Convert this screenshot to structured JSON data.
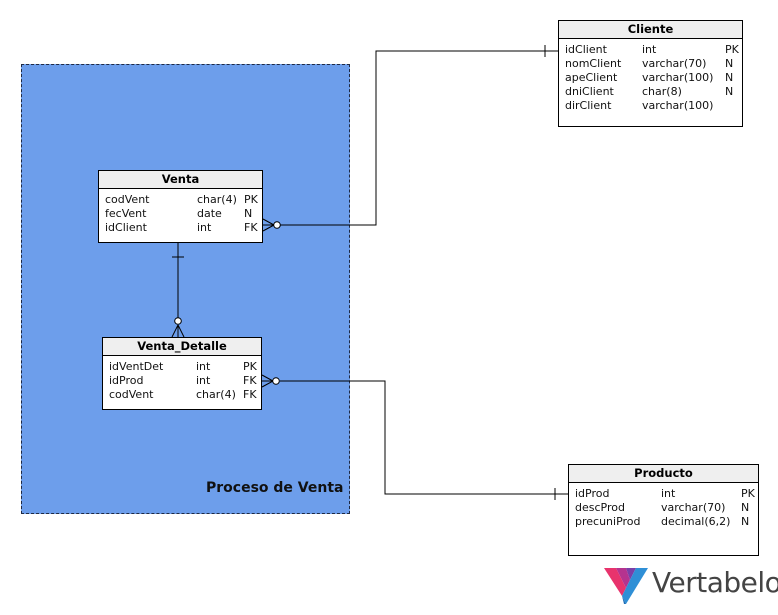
{
  "subject_area": {
    "label": "Proceso de Venta",
    "color": "#6d9eeb"
  },
  "tables": {
    "cliente": {
      "name": "Cliente",
      "columns": [
        {
          "name": "idClient",
          "type": "int",
          "flag": "PK"
        },
        {
          "name": "nomClient",
          "type": "varchar(70)",
          "flag": "N"
        },
        {
          "name": "apeClient",
          "type": "varchar(100)",
          "flag": "N"
        },
        {
          "name": "dniClient",
          "type": "char(8)",
          "flag": "N"
        },
        {
          "name": "dirClient",
          "type": "varchar(100)",
          "flag": ""
        }
      ]
    },
    "venta": {
      "name": "Venta",
      "columns": [
        {
          "name": "codVent",
          "type": "char(4)",
          "flag": "PK"
        },
        {
          "name": "fecVent",
          "type": "date",
          "flag": "N"
        },
        {
          "name": "idClient",
          "type": "int",
          "flag": "FK"
        }
      ]
    },
    "venta_detalle": {
      "name": "Venta_Detalle",
      "columns": [
        {
          "name": "idVentDet",
          "type": "int",
          "flag": "PK"
        },
        {
          "name": "idProd",
          "type": "int",
          "flag": "FK"
        },
        {
          "name": "codVent",
          "type": "char(4)",
          "flag": "FK"
        }
      ]
    },
    "producto": {
      "name": "Producto",
      "columns": [
        {
          "name": "idProd",
          "type": "int",
          "flag": "PK"
        },
        {
          "name": "descProd",
          "type": "varchar(70)",
          "flag": "N"
        },
        {
          "name": "precuniProd",
          "type": "decimal(6,2)",
          "flag": "N"
        }
      ]
    }
  },
  "logo": {
    "text": "Vertabelo"
  }
}
